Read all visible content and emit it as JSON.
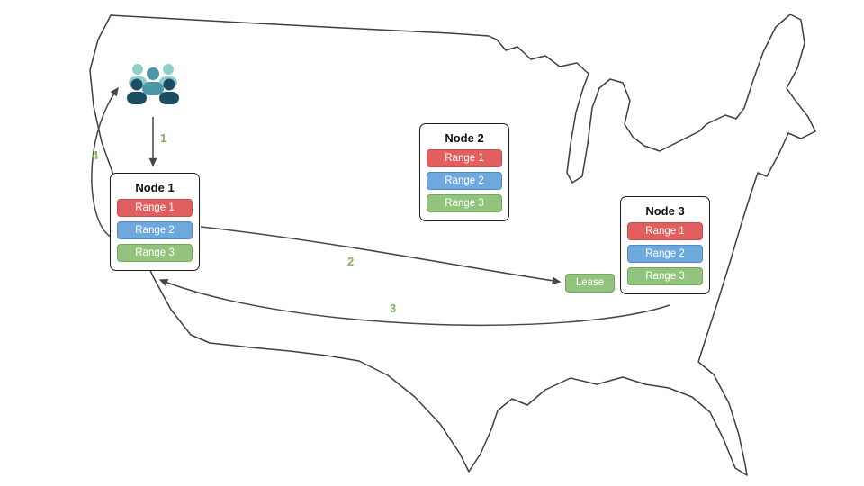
{
  "nodes": [
    {
      "title": "Node 1",
      "ranges": [
        "Range 1",
        "Range 2",
        "Range 3"
      ]
    },
    {
      "title": "Node 2",
      "ranges": [
        "Range 1",
        "Range 2",
        "Range 3"
      ]
    },
    {
      "title": "Node 3",
      "ranges": [
        "Range 1",
        "Range 2",
        "Range 3"
      ]
    }
  ],
  "lease": {
    "label": "Lease"
  },
  "steps": [
    "1",
    "2",
    "3",
    "4"
  ],
  "icons": {
    "users": "users-group-icon"
  },
  "colors": {
    "range1_fill": "#e15f5f",
    "range1_border": "#c14f4f",
    "range2_fill": "#6fa8dc",
    "range2_border": "#5187c2",
    "range3_fill": "#93c47d",
    "range3_border": "#74a65c",
    "step_label": "#7cb05a",
    "arrow": "#474747",
    "map_outline": "#3f3f3f",
    "users_light": "#8ecfcb",
    "users_medium": "#4d97a6",
    "users_dark": "#1c4e63"
  }
}
